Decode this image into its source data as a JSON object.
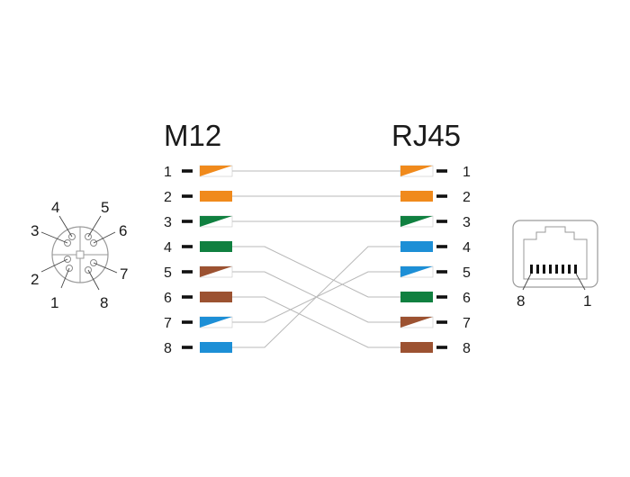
{
  "diagram": {
    "left_title": "M12",
    "right_title": "RJ45",
    "colors": {
      "orange": "#f08a1c",
      "green": "#108040",
      "blue": "#1d8fd6",
      "brown": "#9c5231",
      "white": "#ffffff",
      "wire": "#b8b8b8",
      "tick": "#111111"
    },
    "left_pins": [
      {
        "label": "1",
        "pair": "orange",
        "striped": true
      },
      {
        "label": "2",
        "pair": "orange",
        "striped": false
      },
      {
        "label": "3",
        "pair": "green",
        "striped": true
      },
      {
        "label": "4",
        "pair": "green",
        "striped": false
      },
      {
        "label": "5",
        "pair": "brown",
        "striped": true
      },
      {
        "label": "6",
        "pair": "brown",
        "striped": false
      },
      {
        "label": "7",
        "pair": "blue",
        "striped": true
      },
      {
        "label": "8",
        "pair": "blue",
        "striped": false
      }
    ],
    "right_pins": [
      {
        "label": "1",
        "pair": "orange",
        "striped": true
      },
      {
        "label": "2",
        "pair": "orange",
        "striped": false
      },
      {
        "label": "3",
        "pair": "green",
        "striped": true
      },
      {
        "label": "4",
        "pair": "blue",
        "striped": false
      },
      {
        "label": "5",
        "pair": "blue",
        "striped": true
      },
      {
        "label": "6",
        "pair": "green",
        "striped": false
      },
      {
        "label": "7",
        "pair": "brown",
        "striped": true
      },
      {
        "label": "8",
        "pair": "brown",
        "striped": false
      }
    ],
    "connections": [
      {
        "from": "1",
        "to": "1"
      },
      {
        "from": "2",
        "to": "2"
      },
      {
        "from": "3",
        "to": "3"
      },
      {
        "from": "4",
        "to": "6"
      },
      {
        "from": "5",
        "to": "7"
      },
      {
        "from": "6",
        "to": "8"
      },
      {
        "from": "7",
        "to": "5"
      },
      {
        "from": "8",
        "to": "4"
      }
    ],
    "m12_face": {
      "icon": "m12-connector-face-icon",
      "pin_labels": [
        "1",
        "2",
        "3",
        "4",
        "5",
        "6",
        "7",
        "8"
      ]
    },
    "rj45_face": {
      "icon": "rj45-socket-icon",
      "pin_labels": [
        "8",
        "1"
      ]
    }
  }
}
